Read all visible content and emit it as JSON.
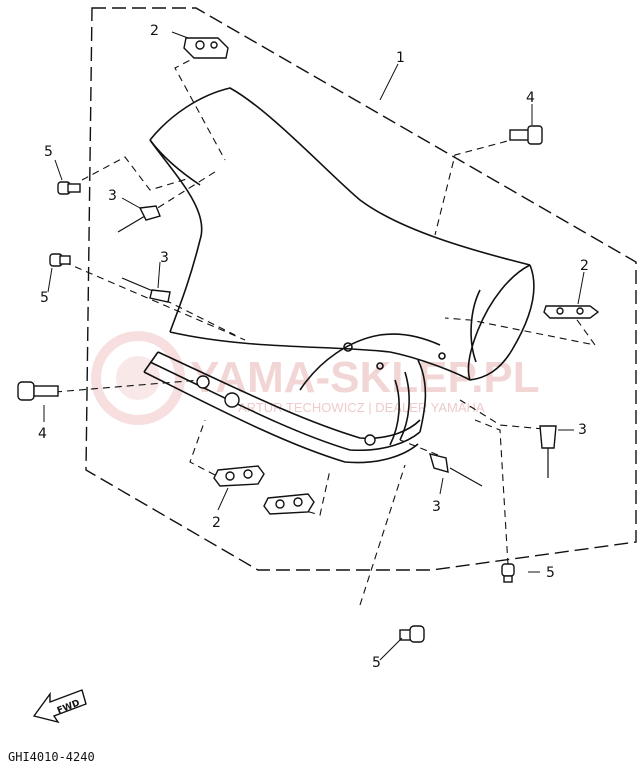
{
  "diagram": {
    "code": "GHI4010-4240",
    "fwd_label": "FWD",
    "callouts": [
      {
        "id": "c1",
        "label": "1"
      },
      {
        "id": "c2a",
        "label": "2"
      },
      {
        "id": "c2b",
        "label": "2"
      },
      {
        "id": "c2c",
        "label": "2"
      },
      {
        "id": "c3a",
        "label": "3"
      },
      {
        "id": "c3b",
        "label": "3"
      },
      {
        "id": "c3c",
        "label": "3"
      },
      {
        "id": "c3d",
        "label": "3"
      },
      {
        "id": "c4a",
        "label": "4"
      },
      {
        "id": "c4b",
        "label": "4"
      },
      {
        "id": "c5a",
        "label": "5"
      },
      {
        "id": "c5b",
        "label": "5"
      },
      {
        "id": "c5c",
        "label": "5"
      },
      {
        "id": "c5d",
        "label": "5"
      }
    ]
  },
  "watermark": {
    "main": "YAMA-SKLEP.PL",
    "sub": "ARTUR TECHOWICZ | DEALER YAMAHA"
  }
}
